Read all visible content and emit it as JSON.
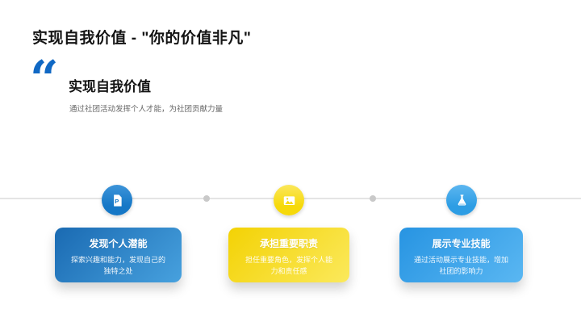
{
  "slide": {
    "title": "实现自我价值 - \"你的价值非凡\"",
    "quote": {
      "mark": "“",
      "heading": "实现自我价值",
      "subtitle": "通过社团活动发挥个人才能，为社团贡献力量"
    }
  },
  "timeline": {
    "items": [
      {
        "icon": "ppt-file-icon",
        "color": "#1577c6",
        "color_light": "#3d94d9"
      },
      {
        "icon": "image-icon",
        "color": "#f6d90a",
        "color_light": "#fbe75a"
      },
      {
        "icon": "flask-icon",
        "color": "#2d9de4",
        "color_light": "#5cb6f0"
      }
    ]
  },
  "cards": [
    {
      "title": "发现个人潜能",
      "description": "探索兴趣和能力，发现自己的独特之处",
      "gradient": [
        "#1a6ab2",
        "#47a1de"
      ]
    },
    {
      "title": "承担重要职责",
      "description": "担任重要角色，发挥个人能力和责任感",
      "gradient": [
        "#f3d204",
        "#fbe95c"
      ]
    },
    {
      "title": "展示专业技能",
      "description": "通过活动展示专业技能，增加社团的影响力",
      "gradient": [
        "#2794e2",
        "#5ab7f2"
      ]
    }
  ],
  "colors": {
    "background": "#ffffff",
    "title_text": "#141414",
    "quote_accent": "#1068c4",
    "subtitle_text": "#666666",
    "timeline_line": "#e4e4e4",
    "timeline_dot": "#c9c9c9"
  }
}
